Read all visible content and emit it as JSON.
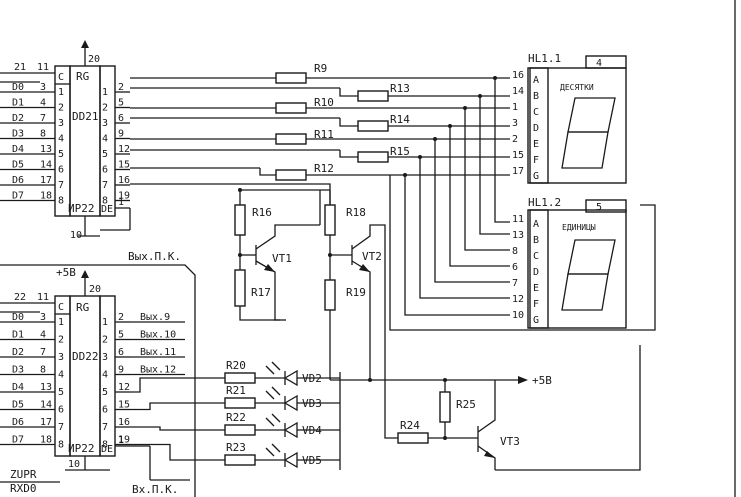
{
  "dd21": {
    "name": "DD21",
    "type": "RG",
    "ctrl": "ИР22",
    "de": "DE",
    "top_pin": "20",
    "bottom_pin": "10",
    "sig_pins": [
      "21",
      "11"
    ],
    "sig_marks": [
      "C",
      "1"
    ],
    "inputs": [
      {
        "label": "D0",
        "pin": "3",
        "num": "1"
      },
      {
        "label": "D1",
        "pin": "4",
        "num": "2"
      },
      {
        "label": "D2",
        "pin": "7",
        "num": "3"
      },
      {
        "label": "D3",
        "pin": "8",
        "num": "4"
      },
      {
        "label": "D4",
        "pin": "13",
        "num": "5"
      },
      {
        "label": "D5",
        "pin": "14",
        "num": "6"
      },
      {
        "label": "D6",
        "pin": "17",
        "num": "7"
      },
      {
        "label": "D7",
        "pin": "18",
        "num": "8"
      }
    ],
    "outputs": [
      {
        "num": "1",
        "pin": "2"
      },
      {
        "num": "2",
        "pin": "5"
      },
      {
        "num": "3",
        "pin": "6"
      },
      {
        "num": "4",
        "pin": "9"
      },
      {
        "num": "5",
        "pin": "12"
      },
      {
        "num": "6",
        "pin": "15"
      },
      {
        "num": "7",
        "pin": "16"
      },
      {
        "num": "8",
        "pin": "19"
      }
    ],
    "de_pin": "1"
  },
  "dd22": {
    "name": "DD22",
    "type": "RG",
    "ctrl": "ИР22",
    "de": "DE",
    "top_pin": "20",
    "bottom_pin": "10",
    "supply": "+5В",
    "sig_pins": [
      "22",
      "11"
    ],
    "sig_marks": [
      "C",
      "1"
    ],
    "inputs": [
      {
        "label": "D0",
        "pin": "3",
        "num": "1"
      },
      {
        "label": "D1",
        "pin": "4",
        "num": "2"
      },
      {
        "label": "D2",
        "pin": "7",
        "num": "3"
      },
      {
        "label": "D3",
        "pin": "8",
        "num": "4"
      },
      {
        "label": "D4",
        "pin": "13",
        "num": "5"
      },
      {
        "label": "D5",
        "pin": "14",
        "num": "6"
      },
      {
        "label": "D6",
        "pin": "17",
        "num": "7"
      },
      {
        "label": "D7",
        "pin": "18",
        "num": "8"
      }
    ],
    "outputs": [
      {
        "num": "1",
        "pin": "2",
        "label": "Вых.9"
      },
      {
        "num": "2",
        "pin": "5",
        "label": "Вых.10"
      },
      {
        "num": "3",
        "pin": "6",
        "label": "Вых.11"
      },
      {
        "num": "4",
        "pin": "9",
        "label": "Вых.12"
      },
      {
        "num": "5",
        "pin": "12",
        "label": ""
      },
      {
        "num": "6",
        "pin": "15",
        "label": ""
      },
      {
        "num": "7",
        "pin": "16",
        "label": ""
      },
      {
        "num": "8",
        "pin": "19",
        "label": ""
      }
    ],
    "de_pin": "1"
  },
  "connector_out": "Вых.П.К.",
  "connector_in": "Вх.П.К.",
  "bottom_signals": [
    "ZUPR",
    "RXD0"
  ],
  "resistors_top": [
    "R9",
    "R10",
    "R11",
    "R12"
  ],
  "resistors_mid": [
    "R13",
    "R14",
    "R15"
  ],
  "transistor_section": {
    "r16": "R16",
    "r17": "R17",
    "r18": "R18",
    "r19": "R19",
    "vt1": "VT1",
    "vt2": "VT2"
  },
  "led_section": {
    "resistors": [
      "R20",
      "R21",
      "R22",
      "R23"
    ],
    "leds": [
      "VD2",
      "VD3",
      "VD4",
      "VD5"
    ]
  },
  "vt3_section": {
    "r24": "R24",
    "r25": "R25",
    "vt3": "VT3",
    "supply": "+5В"
  },
  "hl1": {
    "name": "HL1.1",
    "pin": "4",
    "caption": "ДЕСЯТКИ",
    "pins": [
      "16",
      "14",
      "1",
      "3",
      "2",
      "15",
      "17"
    ],
    "segments": [
      "A",
      "B",
      "C",
      "D",
      "E",
      "F",
      "G"
    ]
  },
  "hl2": {
    "name": "HL1.2",
    "pin": "5",
    "caption": "ЕДИНИЦЫ",
    "pins": [
      "11",
      "13",
      "8",
      "6",
      "7",
      "12",
      "10"
    ],
    "segments": [
      "A",
      "B",
      "C",
      "D",
      "E",
      "F",
      "G"
    ]
  }
}
